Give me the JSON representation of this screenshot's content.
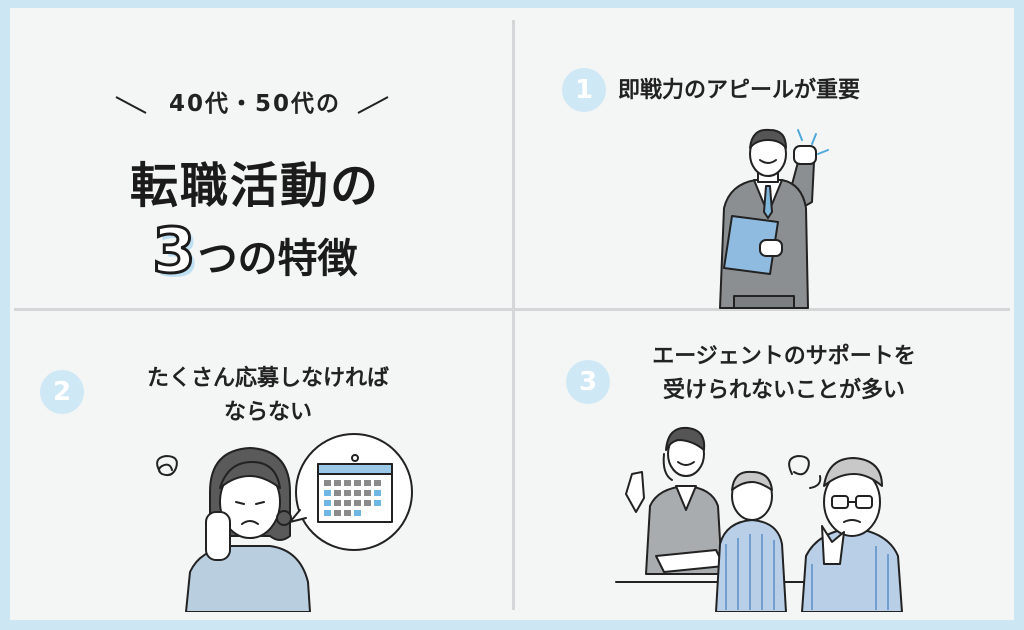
{
  "title": {
    "subtitle": "40代・50代の",
    "main": "転職活動の",
    "number": "3",
    "tail": "つの特徴"
  },
  "points": [
    {
      "number": "1",
      "text": "即戦力のアピールが重要"
    },
    {
      "number": "2",
      "line1": "たくさん応募しなければ",
      "line2": "ならない"
    },
    {
      "number": "3",
      "line1": "エージェントのサポートを",
      "line2": "受けられないことが多い"
    }
  ],
  "colors": {
    "frame": "#cde6f3",
    "background": "#f4f5f5",
    "accent": "#cfe8f6",
    "divider": "#d5d6d7"
  }
}
